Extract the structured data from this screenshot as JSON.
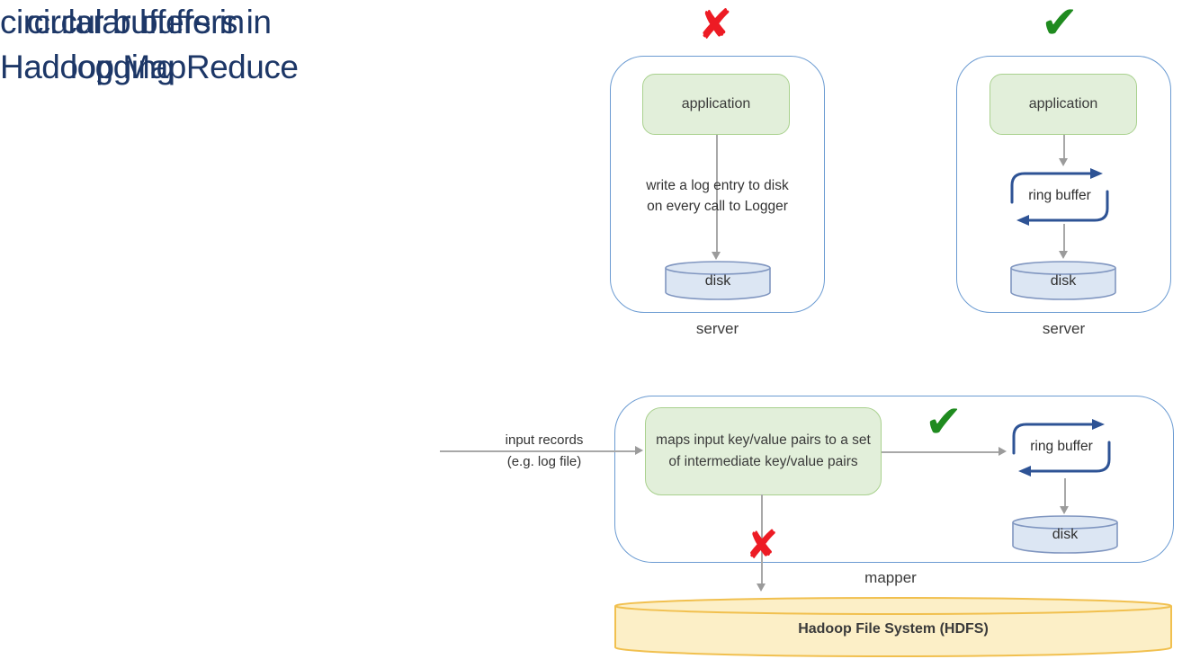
{
  "palette": {
    "title_navy": "#1d3767",
    "frame_border_blue": "#6b9bd2",
    "process_fill_green": "#e2efda",
    "process_border_green": "#a9d18e",
    "disk_fill_blue": "#dce6f3",
    "disk_border_blue": "#8096c0",
    "ring_arrow_navy": "#2e5395",
    "connector_gray": "#a8a8a8",
    "cross_red": "#ed1b24",
    "check_green": "#1f8b1f",
    "hdfs_fill_yellow": "#fcefc7",
    "hdfs_border_orange": "#f1c04f"
  },
  "icons": {
    "cross": "✘",
    "check": "✔"
  },
  "sections": {
    "logging": {
      "title_line1": "circular buffers in",
      "title_line2": "logging"
    },
    "hadoop": {
      "title_line1": "circular buffers in",
      "title_line2": "Hadoop MapReduce"
    }
  },
  "logging_diagram": {
    "bad_server": {
      "app_label": "application",
      "note_line1": "write a log entry to disk",
      "note_line2": "on every call to Logger",
      "disk_label": "disk",
      "caption": "server"
    },
    "good_server": {
      "app_label": "application",
      "ring_buffer_label": "ring buffer",
      "disk_label": "disk",
      "caption": "server"
    }
  },
  "hadoop_diagram": {
    "input_label_line1": "input records",
    "input_label_line2": "(e.g. log file)",
    "map_function_text": "maps input key/value pairs to a set of intermediate key/value pairs",
    "ring_buffer_label": "ring buffer",
    "disk_label": "disk",
    "caption": "mapper",
    "hdfs_label": "Hadoop File System (HDFS)"
  }
}
